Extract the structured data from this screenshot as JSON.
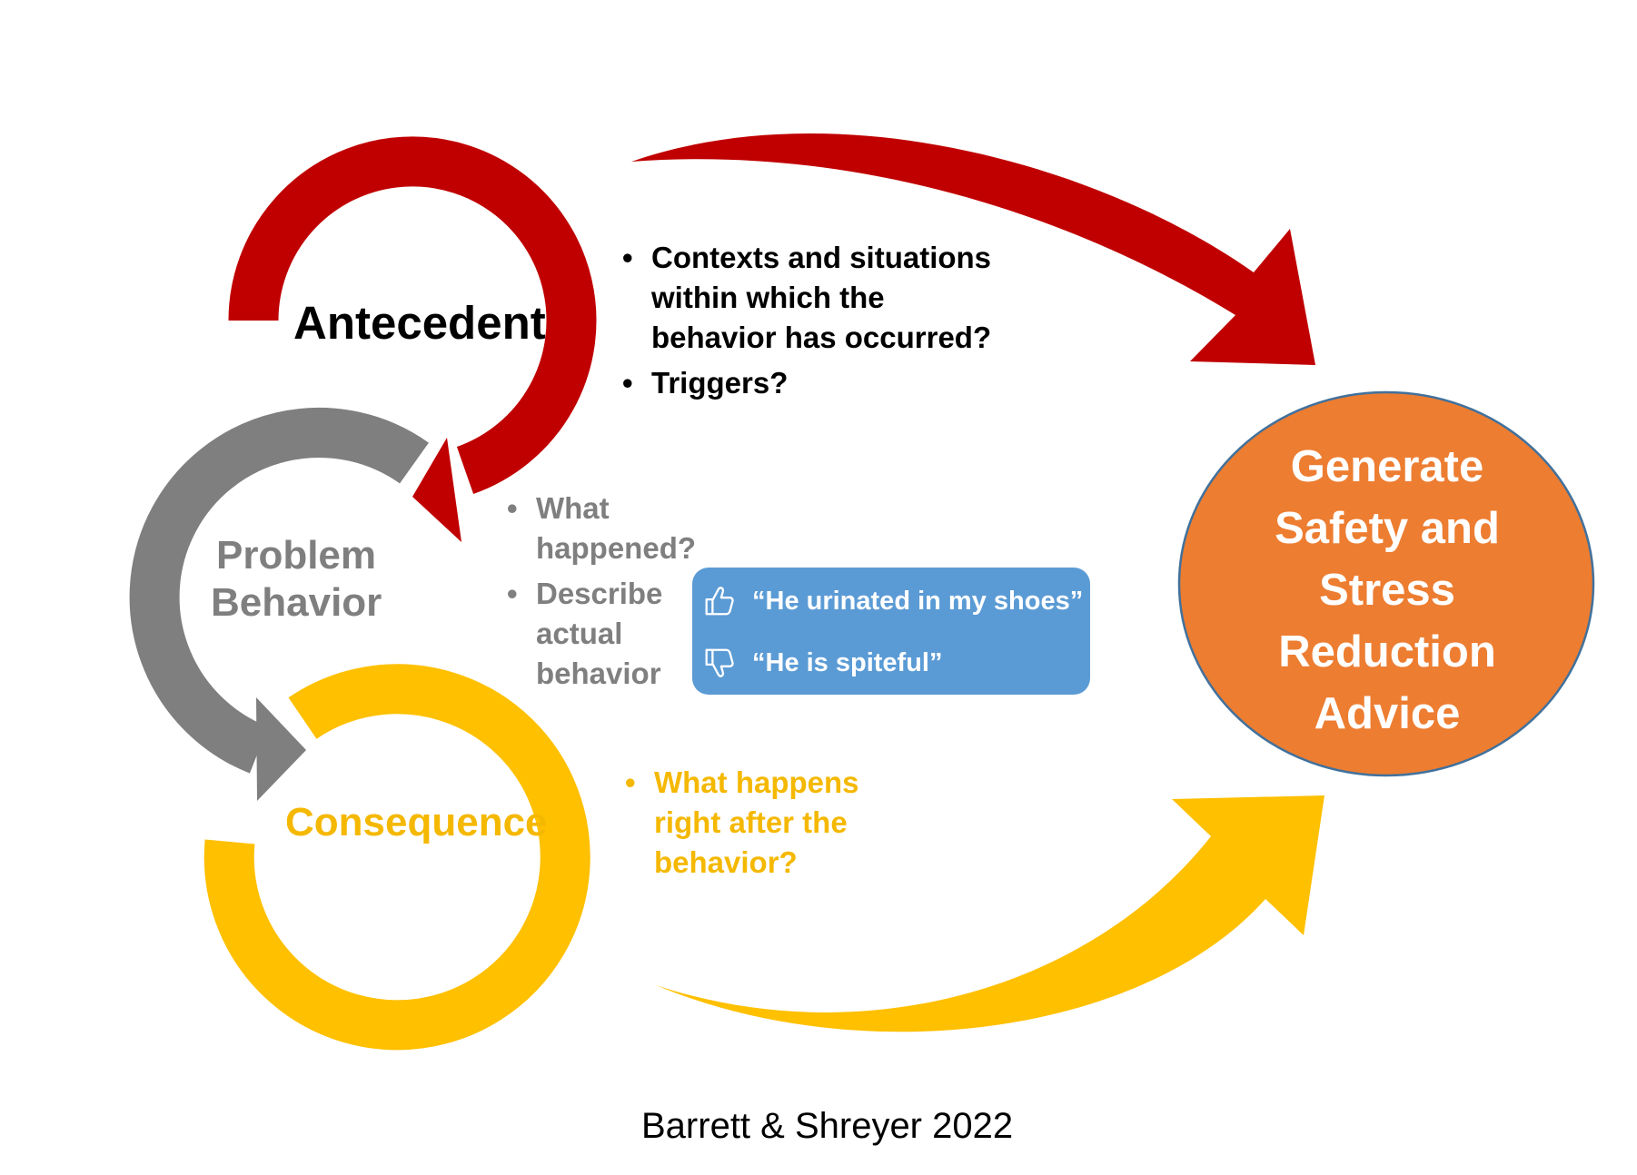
{
  "colors": {
    "antecedent": "#c00000",
    "problem_behavior": "#7f7f7f",
    "consequence": "#ffc000",
    "goal_fill": "#ed7d31",
    "goal_stroke": "#41719c",
    "quote_box": "#5b9bd5"
  },
  "antecedent": {
    "label": "Antecedent",
    "bullets": [
      [
        "Contexts and situations",
        "within which the",
        "behavior has occurred?"
      ],
      [
        "Triggers?"
      ]
    ]
  },
  "problem_behavior": {
    "label_lines": [
      "Problem",
      "Behavior"
    ],
    "bullets": [
      [
        "What",
        "happened?"
      ],
      [
        "Describe",
        "actual",
        "behavior"
      ]
    ],
    "examples": [
      {
        "icon": "thumbs-up-icon",
        "text": "“He urinated in my shoes”"
      },
      {
        "icon": "thumbs-down-icon",
        "text": "“He is spiteful”"
      }
    ]
  },
  "consequence": {
    "label": "Consequence",
    "bullets": [
      [
        "What happens",
        "right after the",
        "behavior?"
      ]
    ]
  },
  "goal": {
    "lines": [
      "Generate",
      "Safety and",
      "Stress",
      "Reduction",
      "Advice"
    ]
  },
  "citation": "Barrett & Shreyer 2022"
}
